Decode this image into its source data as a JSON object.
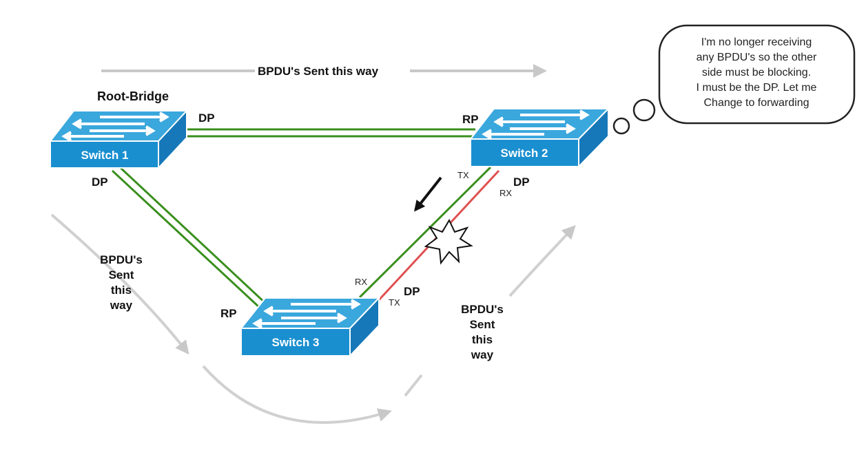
{
  "top_flow_label": "BPDU's Sent this way",
  "root_bridge_label": "Root-Bridge",
  "switches": {
    "s1": "Switch 1",
    "s2": "Switch 2",
    "s3": "Switch 3"
  },
  "port_roles": {
    "s1_right": "DP",
    "s2_left": "RP",
    "s1_bottom": "DP",
    "s3_top": "RP",
    "s2_bottom": "DP",
    "s3_right": "DP"
  },
  "port_dirs": {
    "s2_tx": "TX",
    "s2_rx": "RX",
    "s3_rx": "RX",
    "s3_tx": "TX"
  },
  "left_flow_label": [
    "BPDU's",
    "Sent",
    "this",
    "way"
  ],
  "right_flow_label": [
    "BPDU's",
    "Sent",
    "this",
    "way"
  ],
  "thought_bubble": [
    "I'm no longer receiving",
    "any BPDU's so the other",
    "side must be blocking.",
    "I must be the DP. Let me",
    "Change to forwarding"
  ],
  "colors": {
    "switch_top": "#3aa7dd",
    "switch_front": "#1a8fd0",
    "link_green": "#3a8f1e",
    "link_red": "#e05050",
    "flow_arrow": "#c8c8c8"
  }
}
